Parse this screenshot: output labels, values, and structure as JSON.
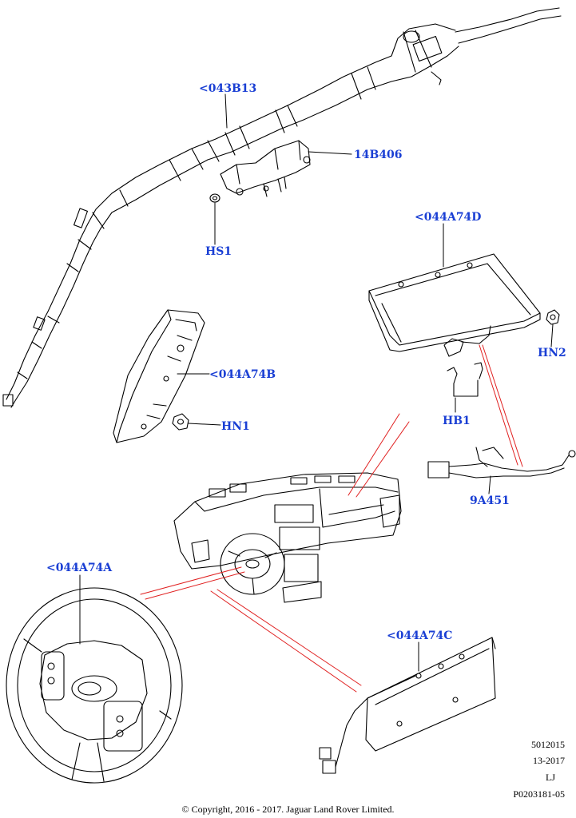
{
  "callouts": {
    "curtain_airbag": "<043B13",
    "bracket": "14B406",
    "nut_hs1": "HS1",
    "passenger_airbag": "<044A74D",
    "nut_hn2": "HN2",
    "knee_airbag": "<044A74B",
    "nut_hn1": "HN1",
    "bolt_hb1": "HB1",
    "harness": "9A451",
    "driver_airbag": "<044A74A",
    "knee_airbag_lower": "<044A74C"
  },
  "footer": {
    "code": "5012015",
    "date": "13-2017",
    "initials": "LJ",
    "part_ref": "P0203181-05",
    "copyright": "© Copyright, 2016 - 2017. Jaguar Land Rover Limited."
  },
  "colors": {
    "callout_text": "#1a3fd4",
    "leader_line": "#000000",
    "view_line": "#e02020",
    "drawing": "#000000"
  }
}
